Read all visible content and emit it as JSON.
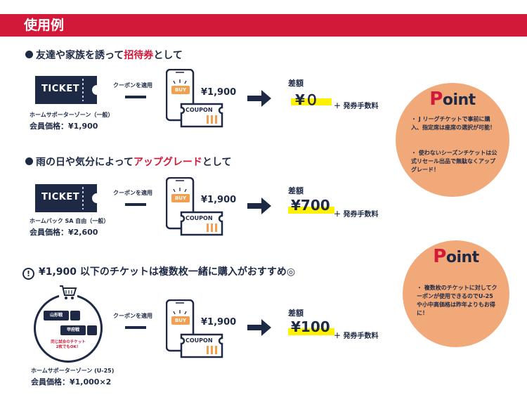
{
  "header": {
    "title": "使用例"
  },
  "section1": {
    "title_pre": "友達や家族を誘って",
    "title_hl": "招待券",
    "title_post": "として",
    "ticket_text": "TICKET",
    "caption": "ホームサポーターゾーン（一般）",
    "member_price": "会員価格：¥1,900",
    "apply_label": "クーポンを適用",
    "phone_price": "¥1,900",
    "diff_label": "差額",
    "diff_value": "¥０",
    "fee": "＋ 発券手数料"
  },
  "section2": {
    "title_pre": "雨の日や気分によって",
    "title_hl": "アップグレード",
    "title_post": "として",
    "ticket_text": "TICKET",
    "caption": "ホームバック SA 自由（一般）",
    "member_price": "会員価格：¥2,600",
    "apply_label": "クーポンを適用",
    "phone_price": "¥1,900",
    "diff_label": "差額",
    "diff_value": "¥700",
    "fee": "＋ 発券手数料"
  },
  "section3": {
    "title": "¥1,900 以下のチケットは複数枚一緒に購入がおすすめ◎",
    "mini_ticket_1": "山形戦",
    "mini_ticket_2": "甲府戦",
    "same_note_1": "同じ試合のチケット",
    "same_note_2": "2枚でもOK！",
    "caption": "ホームサポーターゾーン (U-25)",
    "member_price": "会員価格：¥1,000×2",
    "apply_label": "クーポンを適用",
    "phone_price": "¥1,900",
    "diff_label": "差額",
    "diff_value": "¥100",
    "fee": "＋ 発券手数料"
  },
  "phone": {
    "buy_label": "BUY",
    "coupon_label": "COUPON"
  },
  "point1": {
    "title_first": "P",
    "title_rest": "oint",
    "items": [
      "・ J リーグチケットで事前に購入、指定席は座席の選択が可能！",
      "・ 使わないシーズンチケットは公式リセール出品で無駄なくアップグレード！"
    ]
  },
  "point2": {
    "title_first": "P",
    "title_rest": "oint",
    "items": [
      "・ 複数枚のチケットに対してクーポンが使用できるのでU-25 や小中高価格は昨年よりもお得に！"
    ]
  },
  "colors": {
    "accent": "#d3193a",
    "navy": "#1e2a45",
    "orange": "#f2a97a",
    "highlight": "#fff200",
    "coupon_orange": "#f0a050"
  }
}
